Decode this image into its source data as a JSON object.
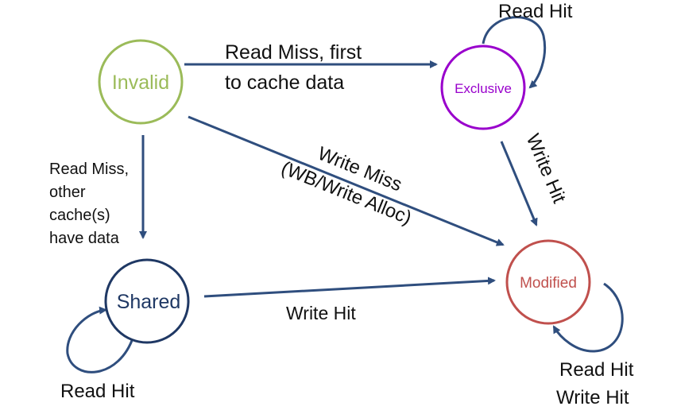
{
  "colors": {
    "arrow": "#2F4E7E",
    "invalid": "#9BBB59",
    "exclusive": "#9900CC",
    "shared": "#1F3864",
    "modified": "#C0504D",
    "label": "#111111"
  },
  "states": {
    "invalid": "Invalid",
    "exclusive": "Exclusive",
    "shared": "Shared",
    "modified": "Modified"
  },
  "transitions": {
    "invalid_to_exclusive_line1": "Read Miss, first",
    "invalid_to_exclusive_line2": "to cache data",
    "invalid_to_shared_line1": "Read Miss,",
    "invalid_to_shared_line2": "other",
    "invalid_to_shared_line3": "cache(s)",
    "invalid_to_shared_line4": "have data",
    "invalid_to_modified_line1": "Write Miss",
    "invalid_to_modified_line2": "(WB/Write Alloc)",
    "exclusive_to_modified": "Write Hit",
    "shared_to_modified": "Write Hit",
    "exclusive_self": "Read Hit",
    "shared_self": "Read Hit",
    "modified_self_line1": "Read Hit",
    "modified_self_line2": "Write Hit"
  }
}
